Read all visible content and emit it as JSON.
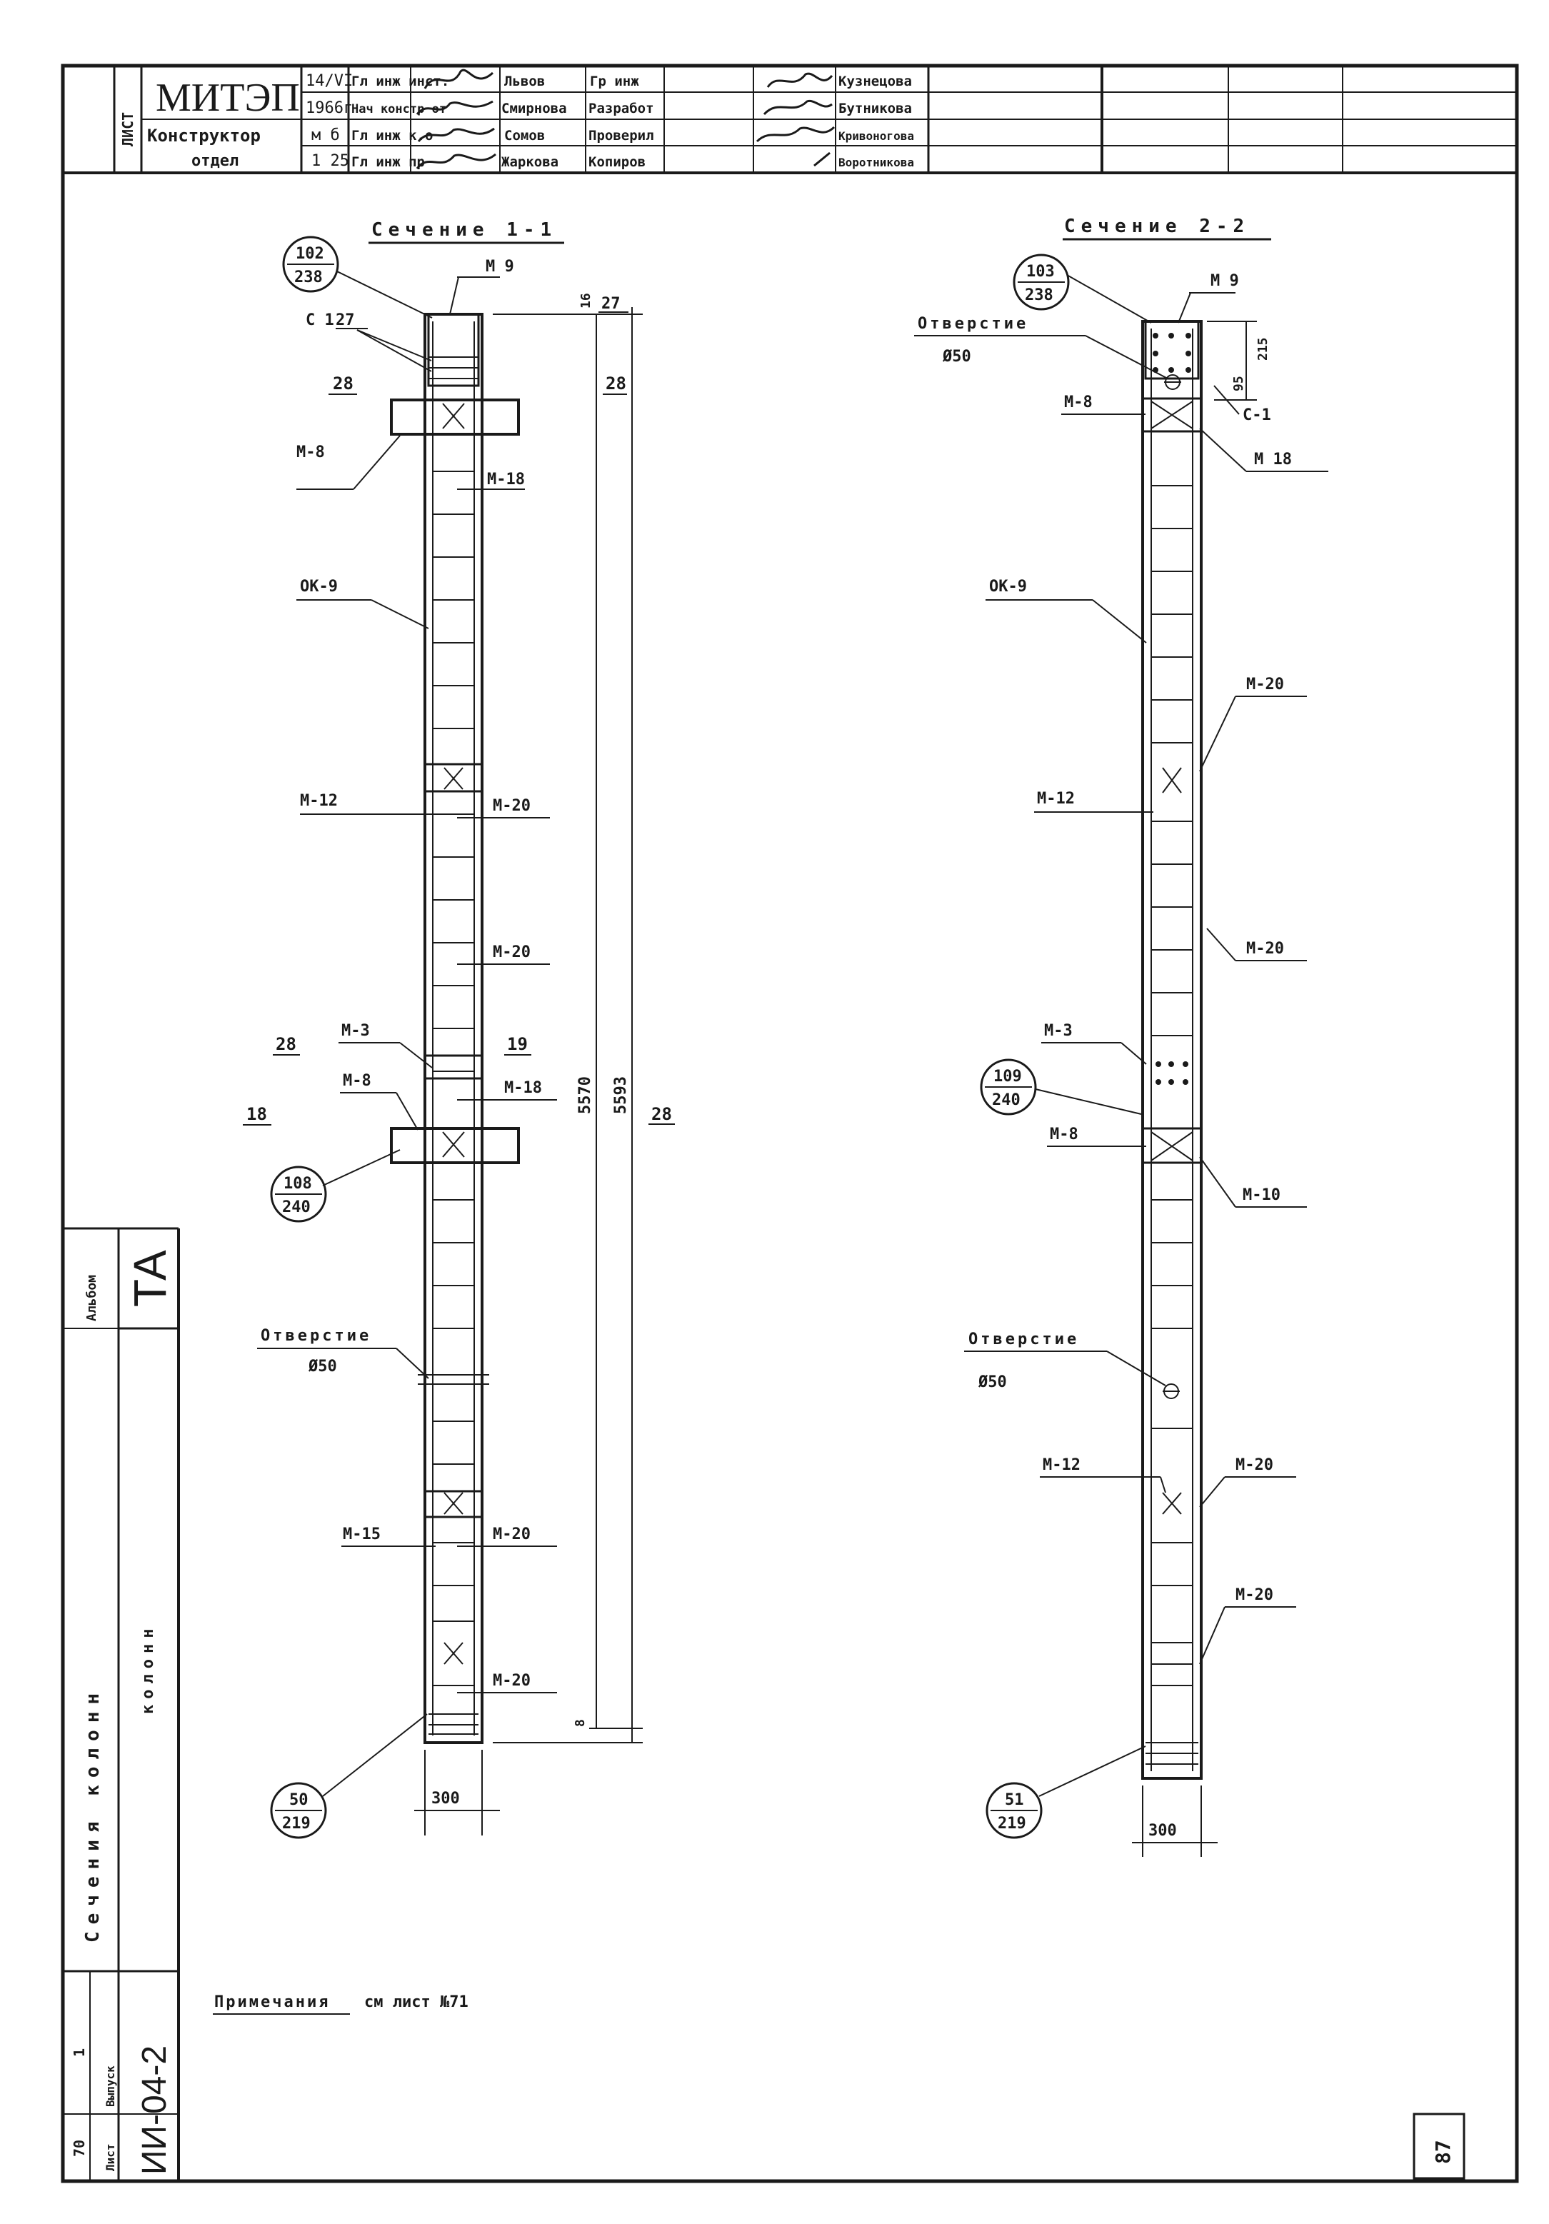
{
  "title_block": {
    "side_label": "ЛИСТ",
    "org": "МИТЭП",
    "dept_line1": "Конструктор",
    "dept_line2": "отдел",
    "date1": "14/VI",
    "date2": "1966г",
    "scale1": "м б",
    "scale2": "1 25",
    "rows": [
      {
        "role": "Гл инж инст.",
        "name": "Львов",
        "role2": "Гр инж",
        "name2": "Кузнецова"
      },
      {
        "role": "Нач констр от",
        "name": "Смирнова",
        "role2": "Разработ",
        "name2": "Бутникова"
      },
      {
        "role": "Гл инж к.о",
        "name": "Сомов",
        "role2": "Проверил",
        "name2": "Кривоногова"
      },
      {
        "role": "Гл инж пр",
        "name": "Жаркова",
        "role2": "Копиров",
        "name2": "Воротникова"
      }
    ]
  },
  "section1": {
    "title": "Сечение 1-1",
    "labels": {
      "m9": "М 9",
      "s1": "С 1",
      "d27": "27",
      "d16": "16",
      "d28a": "28",
      "d28b": "28",
      "d28c": "28",
      "d28d": "28",
      "m8a": "М-8",
      "m18a": "М-18",
      "ok9": "ОК-9",
      "m12": "М-12",
      "m20a": "М-20",
      "m20b": "М-20",
      "m3": "М-3",
      "d19": "19",
      "d18": "18",
      "m8b": "М-8",
      "m18b": "М-18",
      "hole": "Отверстие",
      "hole_d": "Ø50",
      "m15": "М-15",
      "m20c": "М-20",
      "m20d": "М-20",
      "dim5570": "5570",
      "dim5593": "5593",
      "dim8": "8",
      "width": "300"
    },
    "callouts": [
      {
        "top": "102",
        "bottom": "238"
      },
      {
        "top": "108",
        "bottom": "240"
      },
      {
        "top": "50",
        "bottom": "219"
      }
    ]
  },
  "section2": {
    "title": "Сечение 2-2",
    "labels": {
      "m9": "М 9",
      "hole_top": "Отверстие",
      "hole_top_d": "Ø50",
      "m8a": "М-8",
      "s1": "С-1",
      "m18a": "М 18",
      "d215": "215",
      "d95": "95",
      "ok9": "ОК-9",
      "m20a": "М-20",
      "m12a": "М-12",
      "m20b": "М-20",
      "m3": "М-3",
      "m8b": "М-8",
      "m10": "М-10",
      "hole": "Отверстие",
      "hole_d": "Ø50",
      "m12b": "М-12",
      "m20c": "М-20",
      "m20d": "М-20",
      "width": "300"
    },
    "callouts": [
      {
        "top": "103",
        "bottom": "238"
      },
      {
        "top": "109",
        "bottom": "240"
      },
      {
        "top": "51",
        "bottom": "219"
      }
    ]
  },
  "side_strip": {
    "stamp": "ТА",
    "album": "Альбом",
    "text1": "Сечения колонн",
    "text2": "колонн",
    "code": "ИИ-04-2",
    "issue_label": "Выпуск",
    "issue": "1",
    "sheet_label": "Лист",
    "sheet_no": "70"
  },
  "note": {
    "label": "Примечания",
    "text": "см лист №71"
  },
  "page_number": "87"
}
